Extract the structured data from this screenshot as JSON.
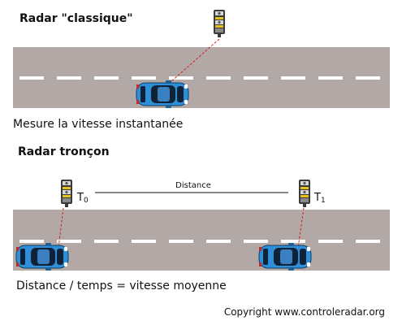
{
  "classic": {
    "title": "Radar \"classique\"",
    "caption": "Mesure la vitesse instantanée"
  },
  "section": {
    "title": "Radar tronçon",
    "t0_label": "T",
    "t0_sub": "0",
    "t1_label": "T",
    "t1_sub": "1",
    "distance_label": "Distance",
    "caption": "Distance / temps = vitesse moyenne"
  },
  "copyright": "Copyright www.controleradar.org",
  "colors": {
    "road": "#b2a9a7",
    "lane_marking": "#ffffff",
    "car_body": "#2e8fd8",
    "laser": "#d62020",
    "radar_body": "#444444"
  },
  "icons": [
    "radar-camera-icon",
    "car-icon"
  ]
}
